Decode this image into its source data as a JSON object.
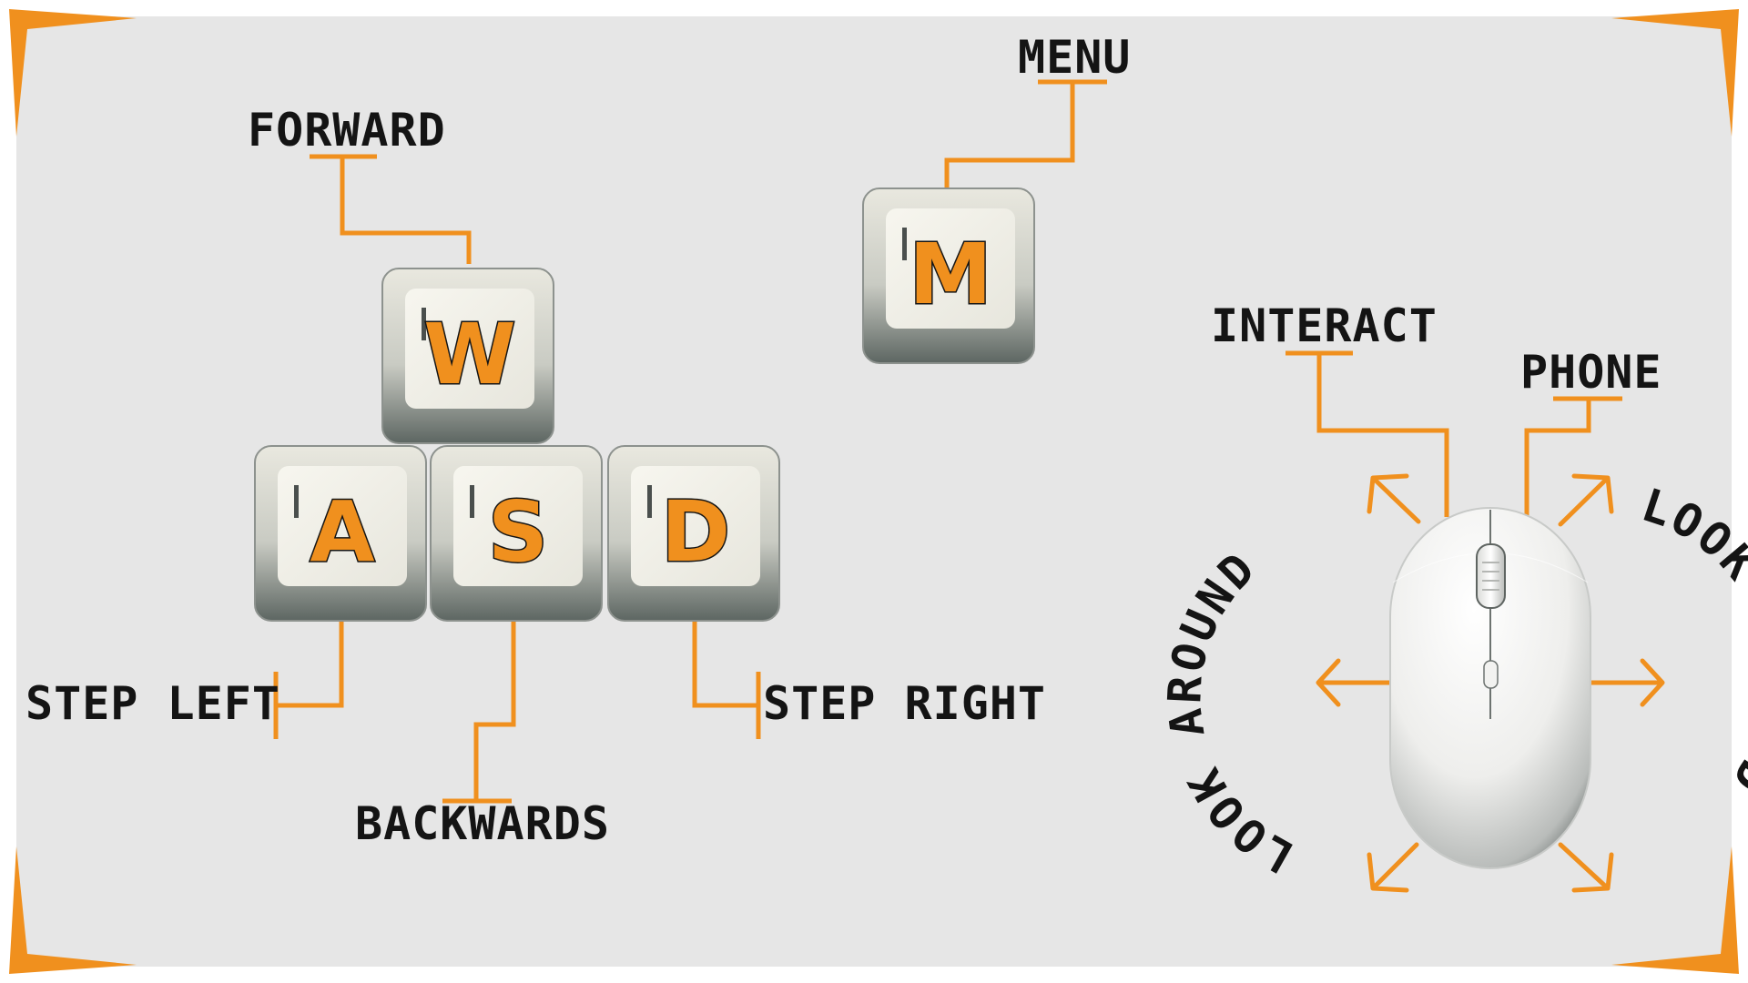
{
  "colors": {
    "background": "#e6e6e6",
    "frame": "#ffffff",
    "accent": "#f0901e",
    "text": "#141414",
    "key_face": "#f1f0e8",
    "key_shadow": "#68706c"
  },
  "keys": {
    "forward": "W",
    "left": "A",
    "back": "S",
    "right": "D",
    "menu": "M"
  },
  "labels": {
    "forward": "FORWARD",
    "menu": "MENU",
    "step_left": "STEP LEFT",
    "backwards": "BACKWARDS",
    "step_right": "STEP RIGHT",
    "interact": "INTERACT",
    "phone": "PHONE",
    "look_around_left": "LOOK AROUND",
    "look_around_right": "LOOK AROUND"
  },
  "icons": {
    "mouse": "computer-mouse-icon",
    "arrows": "direction-arrow-icon",
    "corners": "corner-bracket-icon"
  }
}
